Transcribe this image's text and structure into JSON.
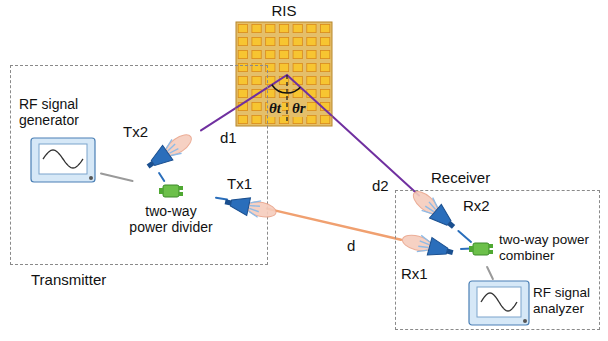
{
  "diagram": {
    "nodes": [
      {
        "text": [
          "RIS"
        ]
      },
      {
        "text": [
          "Transmitter"
        ]
      },
      {
        "text": [
          "RF signal generator"
        ],
        "in": 1
      },
      {
        "text": [
          "Tx2"
        ],
        "in": 1
      },
      {
        "text": [
          "Tx1"
        ],
        "in": 1
      },
      {
        "text": [
          "two-way power divider"
        ],
        "in": 1
      },
      {
        "text": [
          "Receiver"
        ]
      },
      {
        "text": [
          "Rx2"
        ],
        "in": 6
      },
      {
        "text": [
          "Rx1"
        ],
        "in": 6
      },
      {
        "text": [
          "two-way power combiner"
        ],
        "in": 6
      },
      {
        "text": [
          "RF signal analyzer"
        ],
        "in": 6
      }
    ],
    "edges": [
      {
        "from": 2,
        "to": 5,
        "arrow": "none"
      },
      {
        "from": 5,
        "to": 3,
        "arrow": "none"
      },
      {
        "from": 5,
        "to": 4,
        "arrow": "none"
      },
      {
        "from": 3,
        "to": 0,
        "label": "d1",
        "arrow": "none"
      },
      {
        "from": 0,
        "to": 7,
        "label": "d2",
        "arrow": "none"
      },
      {
        "from": 4,
        "to": 8,
        "label": "d",
        "arrow": "none"
      },
      {
        "from": 8,
        "to": 9,
        "arrow": "none"
      },
      {
        "from": 7,
        "to": 9,
        "arrow": "none"
      },
      {
        "from": 9,
        "to": 10,
        "arrow": "none"
      }
    ],
    "labels": [
      "θt",
      "θr"
    ]
  }
}
